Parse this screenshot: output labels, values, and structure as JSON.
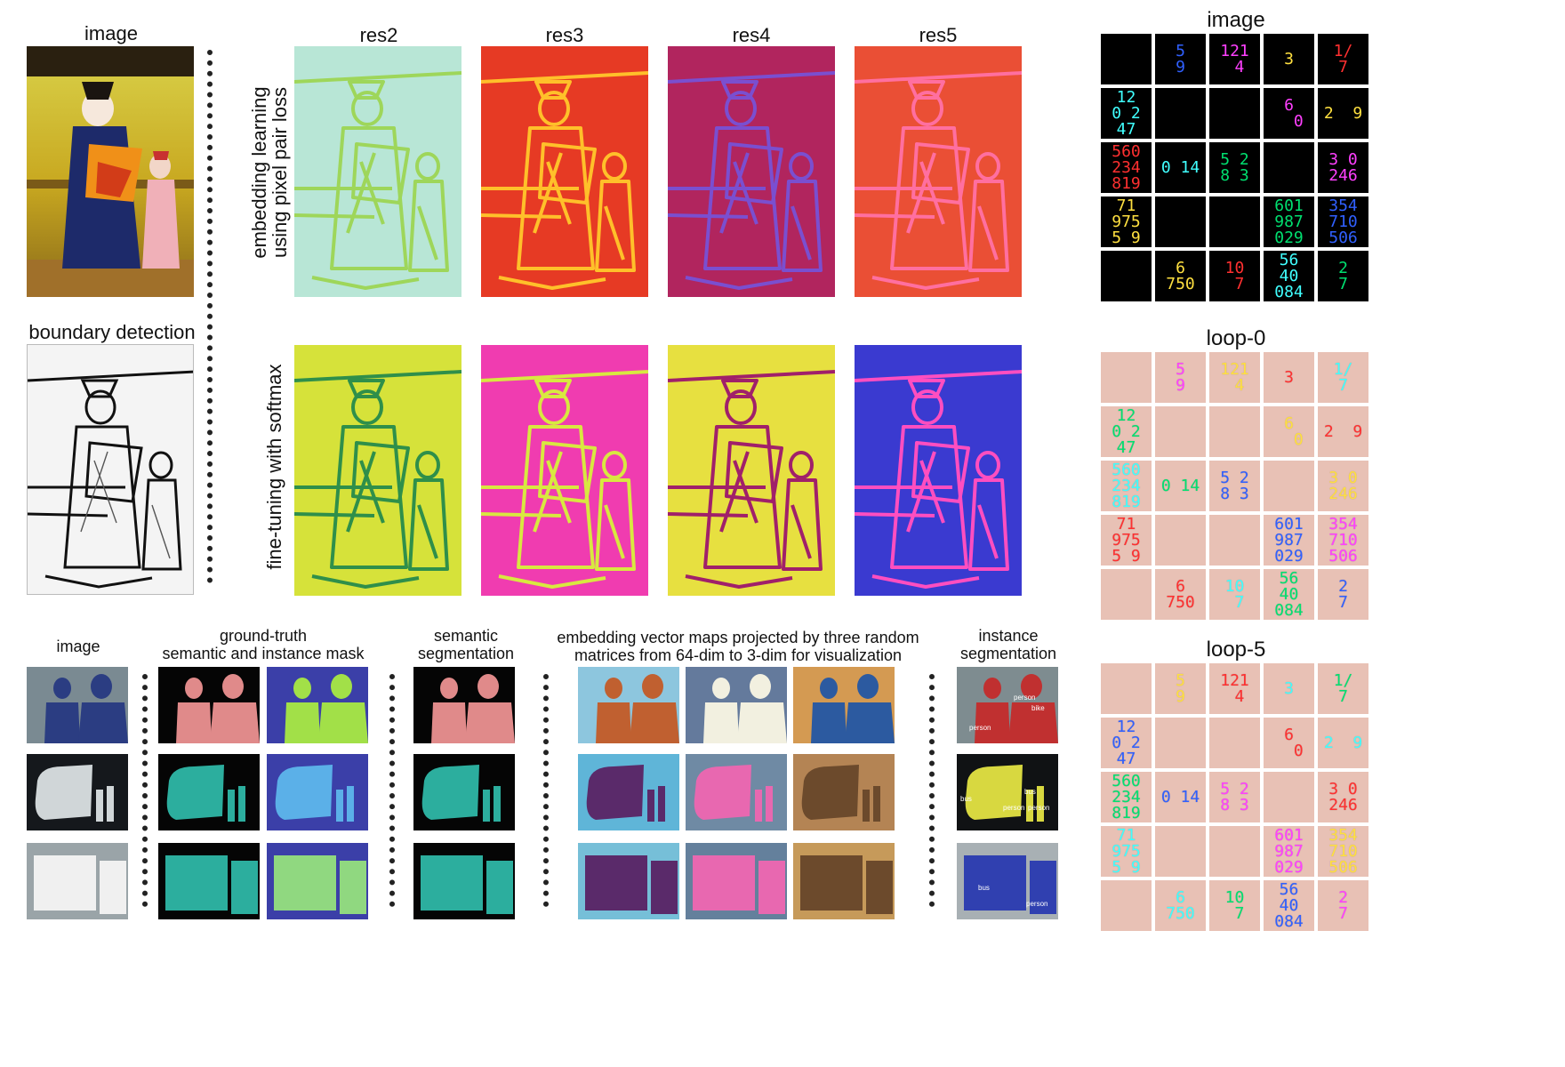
{
  "top_left": {
    "image_label": "image",
    "boundary_label": "boundary detection"
  },
  "res_grid": {
    "columns": [
      "res2",
      "res3",
      "res4",
      "res5"
    ],
    "rows": [
      {
        "label": "embedding learning using pixel pair loss",
        "line1": "embedding learning",
        "line2": "using pixel pair loss"
      },
      {
        "label": "fine-tuning with softmax"
      }
    ],
    "colors": {
      "row1": [
        [
          "#b8e6d6",
          "#9ed65a"
        ],
        [
          "#e63a24",
          "#ffc02a"
        ],
        [
          "#b1255e",
          "#7a4fd0"
        ],
        [
          "#ea4f35",
          "#ff6fa0"
        ]
      ],
      "row2": [
        [
          "#d6e23a",
          "#2f8f4a"
        ],
        [
          "#f03cb0",
          "#d8e840"
        ],
        [
          "#e7e040",
          "#a0206a"
        ],
        [
          "#3a3ad0",
          "#ff4ec0"
        ]
      ]
    }
  },
  "bottom": {
    "image_label": "image",
    "gt_label_line1": "ground-truth",
    "gt_label_line2": "semantic and instance mask",
    "sem_label_line1": "semantic",
    "sem_label_line2": "segmentation",
    "emb_label_line1": "embedding vector maps projected by three random",
    "emb_label_line2": "matrices from 64-dim to 3-dim for visualization",
    "inst_label_line1": "instance",
    "inst_label_line2": "segmentation",
    "instance_tags": [
      "person",
      "person",
      "bike",
      "bus",
      "bus",
      "person",
      "person",
      "bus",
      "person"
    ]
  },
  "digits_panel": {
    "titles": [
      "image",
      "loop-0",
      "loop-5"
    ],
    "grid": [
      [
        "",
        "5\n9",
        "121\n 4",
        "3",
        "1/\n7"
      ],
      [
        "12\n0 2\n47",
        "",
        "",
        "6\n  0",
        "2  9"
      ],
      [
        "560\n234\n819",
        "0 14",
        "5 2\n8 3",
        "",
        "3 0\n246"
      ],
      [
        "71\n975\n5 9",
        "",
        "",
        "601\n987\n029",
        "354\n710\n506"
      ],
      [
        "",
        "6\n750",
        "10\n 7",
        "56\n40\n084",
        "2\n7"
      ]
    ],
    "colors": [
      "#00e070",
      "#3060ff",
      "#ff40ff",
      "#ffe040",
      "#ff3030",
      "#40ffff"
    ]
  }
}
